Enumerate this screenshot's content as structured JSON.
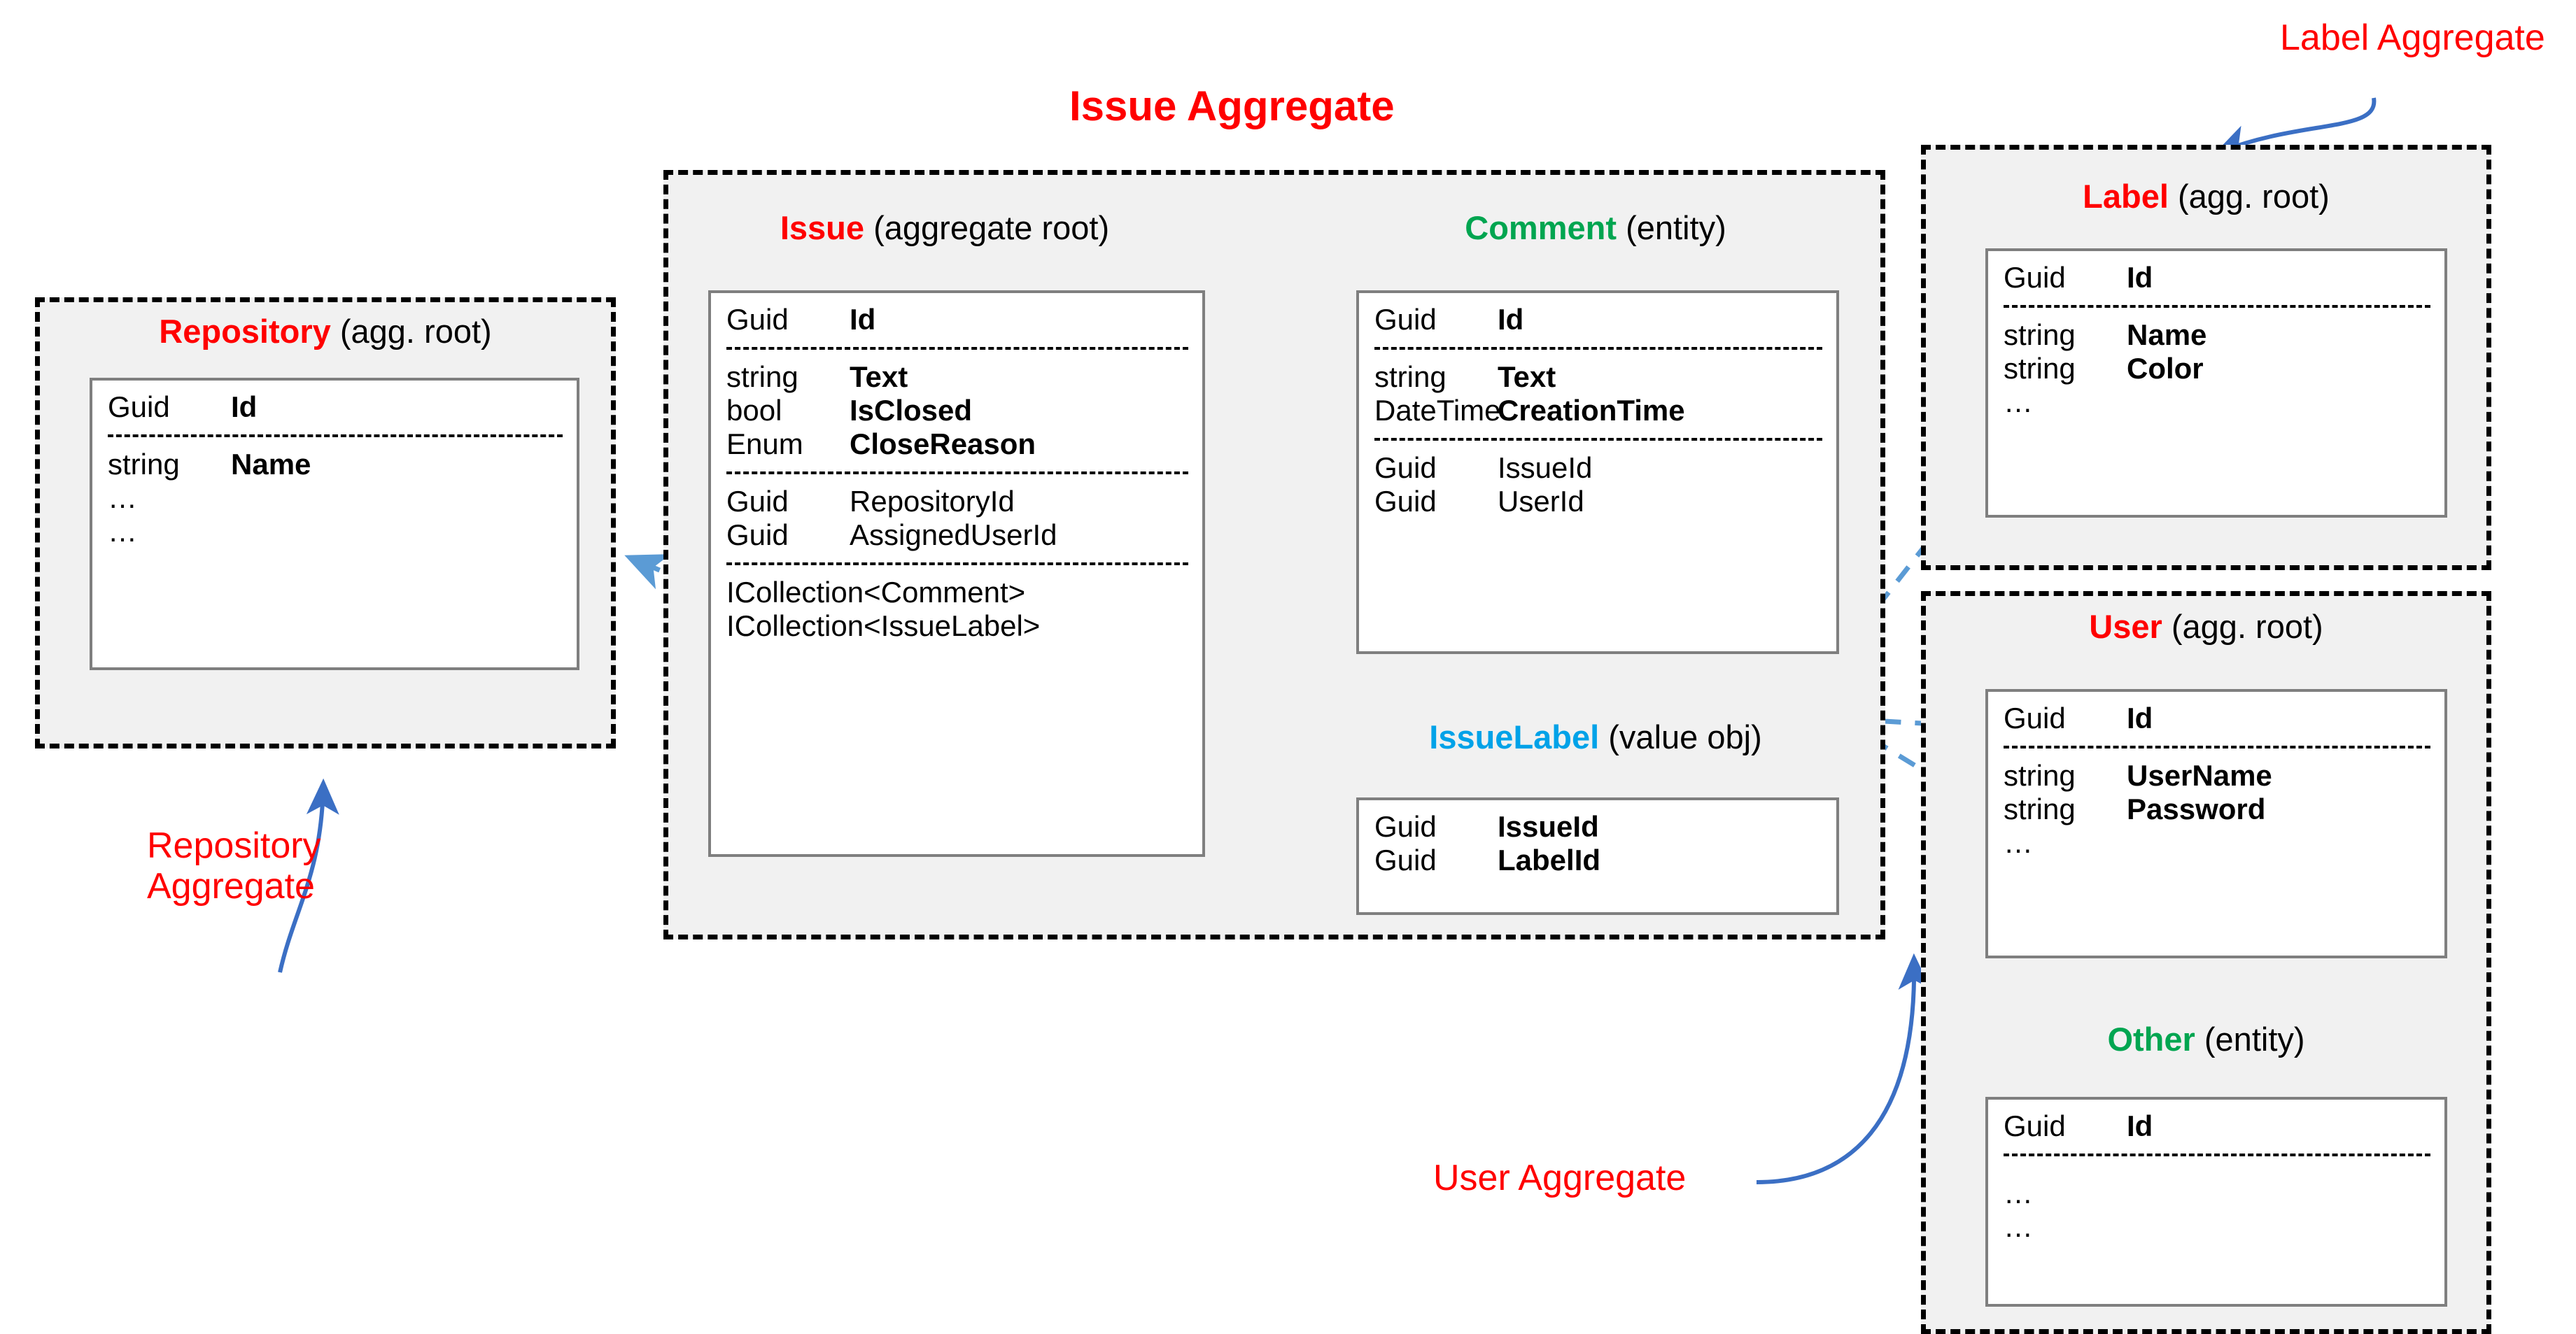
{
  "diagram": {
    "title": "Issue Aggregate",
    "colors": {
      "aggregate_root": "#FF0000",
      "entity": "#00A550",
      "value_object": "#00A2E8",
      "connector": "#3B6FC4",
      "relation": "#5B9BD5",
      "container_fill": "#F1F1F1",
      "box_border": "#7F7F7F"
    }
  },
  "annotations": {
    "repository_aggregate": "Repository\nAggregate",
    "label_aggregate": "Label Aggregate",
    "user_aggregate": "User Aggregate"
  },
  "aggregates": {
    "repository": {
      "name": "Repository",
      "kind": "(agg. root)",
      "rows": [
        {
          "type": "Guid",
          "field": "Id",
          "bold": true
        },
        {
          "sep": true
        },
        {
          "type": "string",
          "field": "Name",
          "bold": true
        },
        {
          "dots": "…"
        },
        {
          "dots": "…"
        }
      ]
    },
    "issue": {
      "name": "Issue",
      "kind": "(aggregate root)",
      "rows": [
        {
          "type": "Guid",
          "field": "Id",
          "bold": true
        },
        {
          "sep": true
        },
        {
          "type": "string",
          "field": "Text",
          "bold": true
        },
        {
          "type": "bool",
          "field": "IsClosed",
          "bold": true
        },
        {
          "type": "Enum",
          "field": "CloseReason",
          "bold": true
        },
        {
          "sep": true
        },
        {
          "type": "Guid",
          "field": "RepositoryId",
          "bold": false
        },
        {
          "type": "Guid",
          "field": "AssignedUserId",
          "bold": false
        },
        {
          "sep": true
        },
        {
          "type": "ICollection<Comment>",
          "field": "",
          "bold": false,
          "wide": true
        },
        {
          "type": "ICollection<IssueLabel>",
          "field": "",
          "bold": false,
          "wide": true
        }
      ]
    },
    "comment": {
      "name": "Comment",
      "kind": "(entity)",
      "rows": [
        {
          "type": "Guid",
          "field": "Id",
          "bold": true
        },
        {
          "sep": true
        },
        {
          "type": "string",
          "field": "Text",
          "bold": true
        },
        {
          "type": "DateTime",
          "field": "CreationTime",
          "bold": true
        },
        {
          "sep": true
        },
        {
          "type": "Guid",
          "field": "IssueId",
          "bold": false
        },
        {
          "type": "Guid",
          "field": "UserId",
          "bold": false
        }
      ]
    },
    "issuelabel": {
      "name": "IssueLabel",
      "kind": "(value obj)",
      "rows": [
        {
          "type": "Guid",
          "field": "IssueId",
          "bold": true
        },
        {
          "type": "Guid",
          "field": "LabelId",
          "bold": true
        }
      ]
    },
    "label": {
      "name": "Label",
      "kind": "(agg. root)",
      "rows": [
        {
          "type": "Guid",
          "field": "Id",
          "bold": true
        },
        {
          "sep": true
        },
        {
          "type": "string",
          "field": "Name",
          "bold": true
        },
        {
          "type": "string",
          "field": "Color",
          "bold": true
        },
        {
          "dots": "…"
        }
      ]
    },
    "user": {
      "name": "User",
      "kind": "(agg. root)",
      "rows": [
        {
          "type": "Guid",
          "field": "Id",
          "bold": true
        },
        {
          "sep": true
        },
        {
          "type": "string",
          "field": "UserName",
          "bold": true
        },
        {
          "type": "string",
          "field": "Password",
          "bold": true
        },
        {
          "dots": "…"
        }
      ]
    },
    "other": {
      "name": "Other",
      "kind": "(entity)",
      "rows": [
        {
          "type": "Guid",
          "field": "Id",
          "bold": true
        },
        {
          "sep": true
        },
        {
          "gap": true
        },
        {
          "dots": "…"
        },
        {
          "dots": "…"
        }
      ]
    }
  },
  "relations": [
    {
      "from": "issue.RepositoryId",
      "to": "repository",
      "style": "dashed"
    },
    {
      "from": "issue.ICollection<Comment>",
      "to": "comment",
      "style": "dashed"
    },
    {
      "from": "issue.ICollection<IssueLabel>",
      "to": "issuelabel",
      "style": "dashed"
    },
    {
      "from": "issue.AssignedUserId",
      "to": "user",
      "style": "dashed"
    },
    {
      "from": "comment.UserId",
      "to": "user",
      "style": "dashed"
    },
    {
      "from": "issuelabel.LabelId",
      "to": "label",
      "style": "dashed"
    },
    {
      "from": "user",
      "to": "other",
      "style": "solid"
    }
  ]
}
